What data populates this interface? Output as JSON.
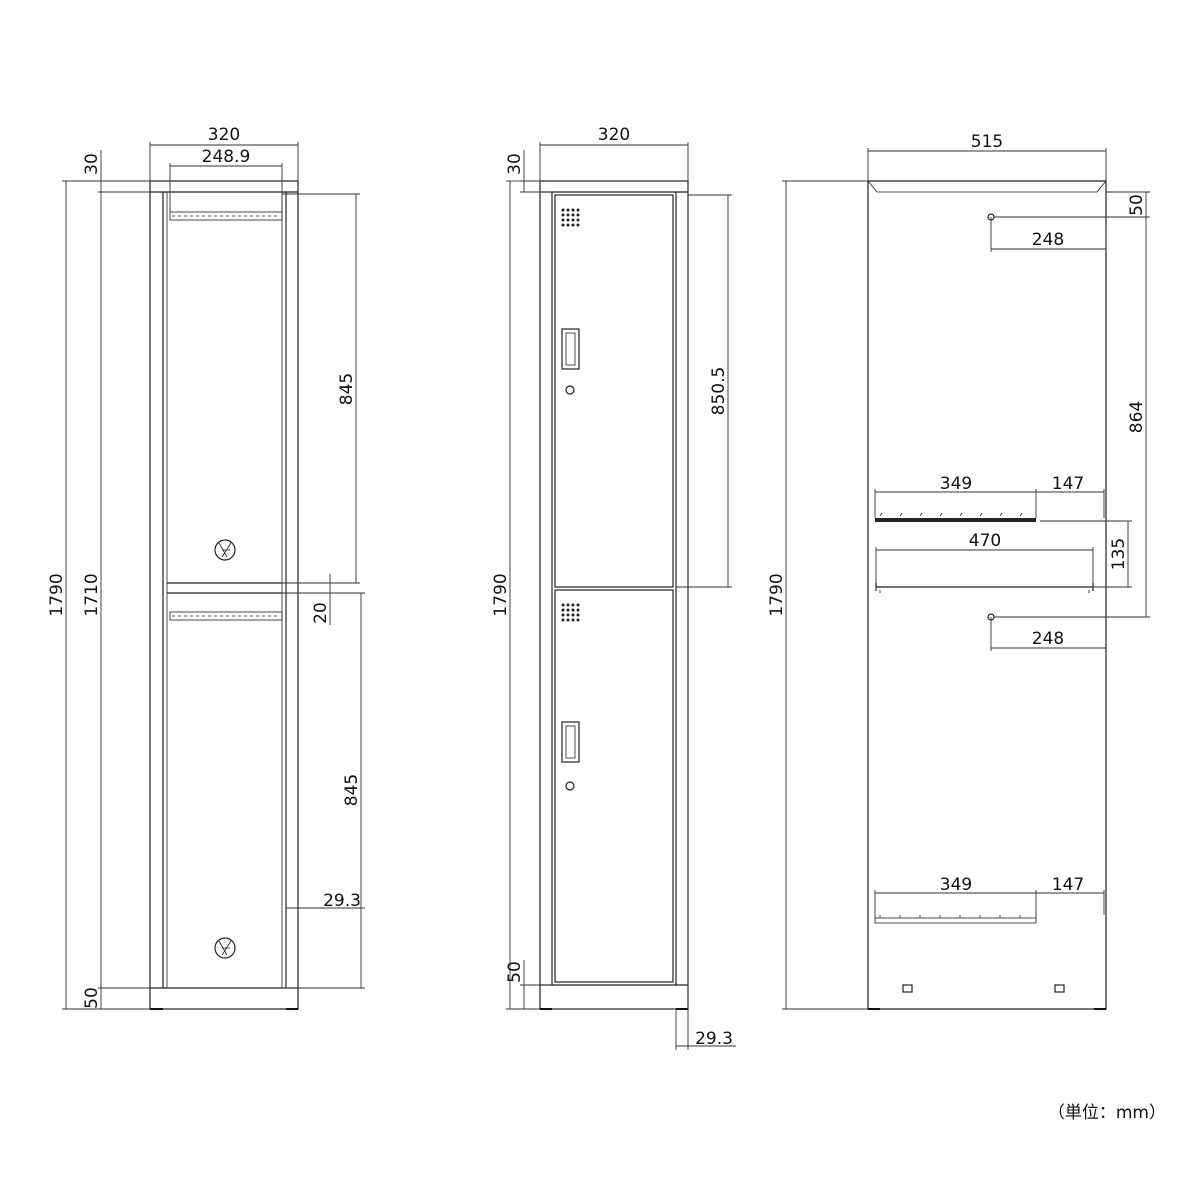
{
  "unit_note": "（単位：mm）",
  "front_view": {
    "width_outer": "320",
    "width_inner": "248.9",
    "top_panel": "30",
    "total_height": "1790",
    "inner_height": "1710",
    "bottom_panel": "50",
    "compartment_upper": "845",
    "shelf_thickness": "20",
    "compartment_lower": "845",
    "side_offset": "29.3"
  },
  "side_view": {
    "width": "320",
    "top_panel": "30",
    "total_height": "1790",
    "door_height": "850.5",
    "bottom_panel": "50",
    "side_offset": "29.3"
  },
  "interior_view": {
    "depth": "515",
    "hook_offset_top": "50",
    "hook_spacing": "864",
    "hook_depth_upper": "248",
    "shelf_depth_upper": "349",
    "shelf_gap_upper": "147",
    "rod_length": "470",
    "rod_gap": "135",
    "hook_depth_lower": "248",
    "shelf_depth_lower": "349",
    "shelf_gap_lower": "147",
    "total_height": "1790"
  }
}
